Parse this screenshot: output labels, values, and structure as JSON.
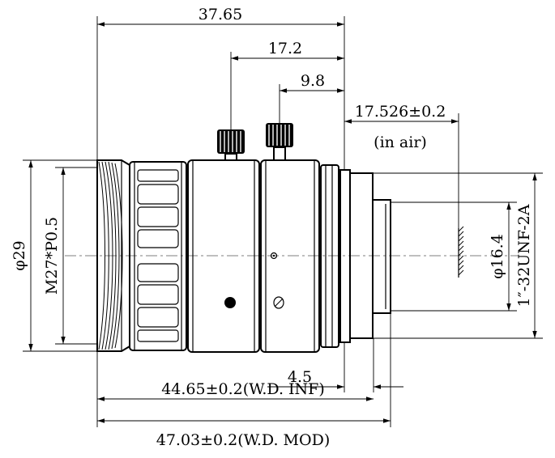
{
  "dimensions": {
    "overall_top": "37.65",
    "focus_knob": "17.2",
    "iris_knob": "9.8",
    "flange_back": "17.526±0.2",
    "flange_note": "(in air)",
    "front_diameter": "φ29",
    "filter_thread": "M27*P0.5",
    "rear_diameter": "φ16.4",
    "mount_thread": "1″-32UNF-2A",
    "mount_length": "4.5",
    "length_inf": "44.65±0.2(W.D. INF)",
    "length_mod": "47.03±0.2(W.D. MOD)"
  }
}
